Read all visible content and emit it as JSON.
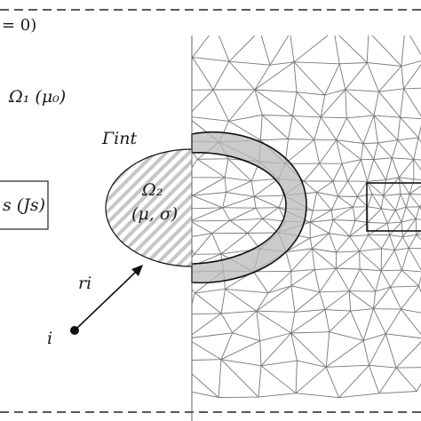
{
  "labels": {
    "boundary_condition": "= 0)",
    "domain_1": "Ω₁ (μ₀)",
    "interface": "Γint",
    "domain_2_name": "Ω₂",
    "domain_2_params": "(μ, σ)",
    "source": "s (Js)",
    "radius": "ri",
    "point": "i"
  },
  "colors": {
    "mesh_line": "#777777",
    "shell_fill": "#b9b9b9",
    "ellipse_hatch": "#c4c4c4",
    "outline": "#111111"
  }
}
